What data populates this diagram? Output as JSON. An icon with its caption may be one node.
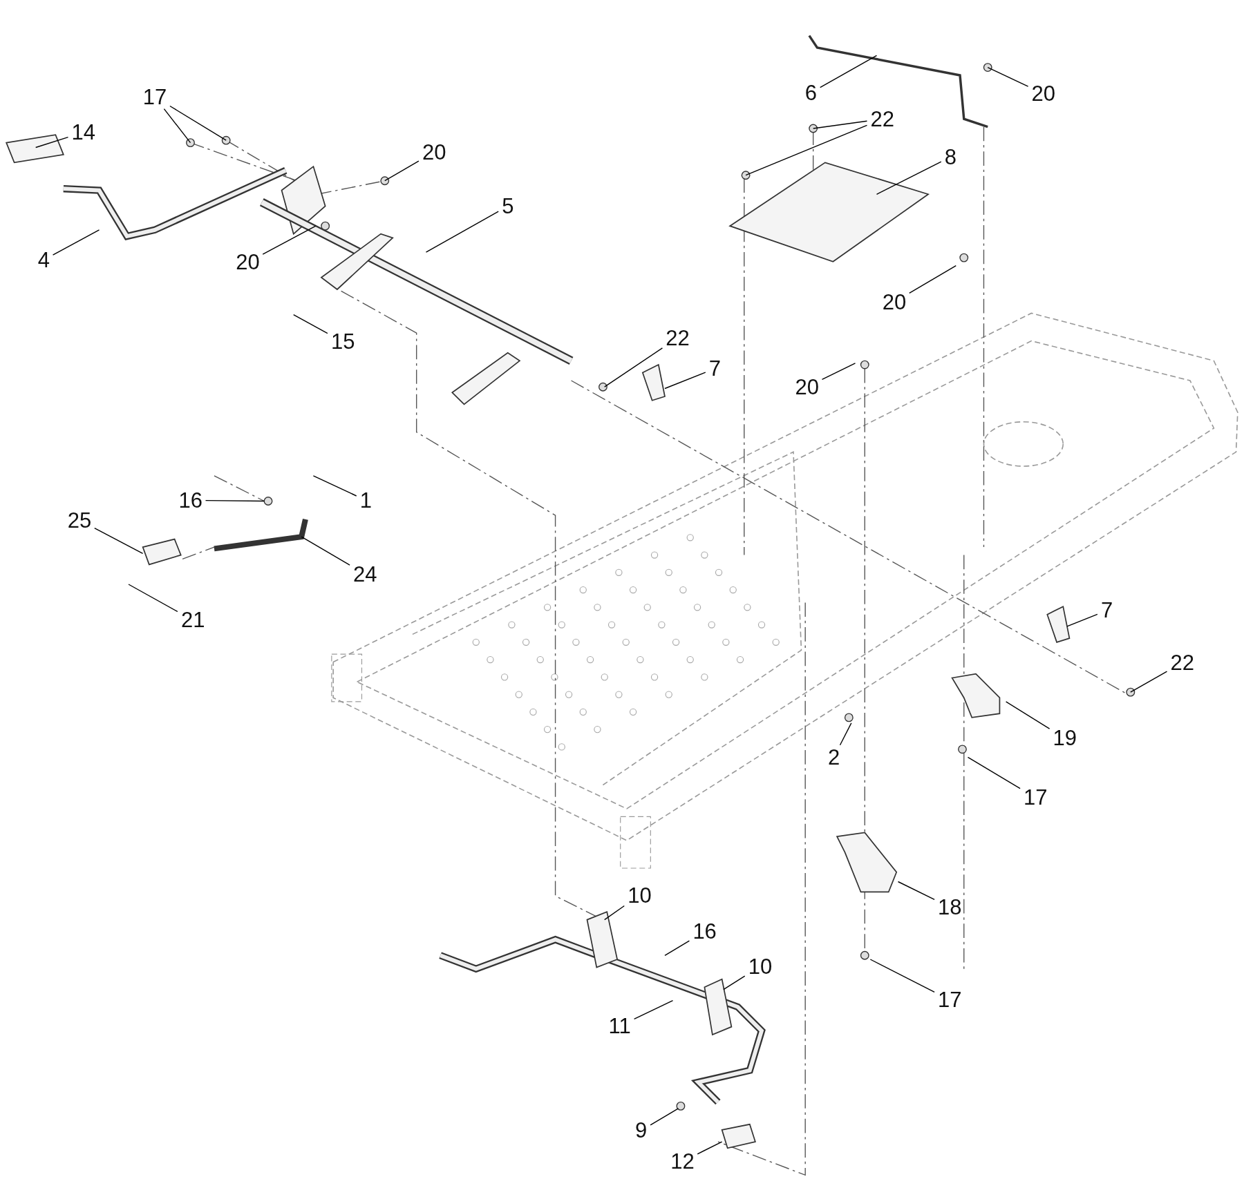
{
  "diagram": {
    "nodes": [
      {
        "text": [
          "6"
        ]
      },
      {
        "text": [
          "20"
        ]
      },
      {
        "text": [
          "17"
        ]
      },
      {
        "text": [
          "22"
        ]
      },
      {
        "text": [
          "14"
        ]
      },
      {
        "text": [
          "20"
        ]
      },
      {
        "text": [
          "8"
        ]
      },
      {
        "text": [
          "5"
        ]
      },
      {
        "text": [
          "20"
        ]
      },
      {
        "text": [
          "4"
        ]
      },
      {
        "text": [
          "20"
        ]
      },
      {
        "text": [
          "22"
        ]
      },
      {
        "text": [
          "15"
        ]
      },
      {
        "text": [
          "7"
        ]
      },
      {
        "text": [
          "20"
        ]
      },
      {
        "text": [
          "1"
        ]
      },
      {
        "text": [
          "16"
        ]
      },
      {
        "text": [
          "25"
        ]
      },
      {
        "text": [
          "24"
        ]
      },
      {
        "text": [
          "7"
        ]
      },
      {
        "text": [
          "21"
        ]
      },
      {
        "text": [
          "22"
        ]
      },
      {
        "text": [
          "19"
        ]
      },
      {
        "text": [
          "2"
        ]
      },
      {
        "text": [
          "17"
        ]
      },
      {
        "text": [
          "10"
        ]
      },
      {
        "text": [
          "18"
        ]
      },
      {
        "text": [
          "16"
        ]
      },
      {
        "text": [
          "10"
        ]
      },
      {
        "text": [
          "17"
        ]
      },
      {
        "text": [
          "11"
        ]
      },
      {
        "text": [
          "9"
        ]
      },
      {
        "text": [
          "12"
        ]
      }
    ],
    "edges": [
      {
        "from": 0,
        "to": null,
        "arrow": "none"
      },
      {
        "from": 1,
        "to": null,
        "arrow": "none"
      },
      {
        "from": 2,
        "to": null,
        "arrow": "none"
      },
      {
        "from": 2,
        "to": null,
        "arrow": "none"
      },
      {
        "from": 3,
        "to": null,
        "arrow": "none"
      },
      {
        "from": 3,
        "to": null,
        "arrow": "none"
      },
      {
        "from": 4,
        "to": null,
        "arrow": "none"
      },
      {
        "from": 5,
        "to": null,
        "arrow": "none"
      },
      {
        "from": 6,
        "to": null,
        "arrow": "none"
      },
      {
        "from": 7,
        "to": null,
        "arrow": "none"
      },
      {
        "from": 8,
        "to": null,
        "arrow": "none"
      },
      {
        "from": 9,
        "to": null,
        "arrow": "none"
      },
      {
        "from": 10,
        "to": null,
        "arrow": "none"
      },
      {
        "from": 11,
        "to": null,
        "arrow": "none"
      },
      {
        "from": 12,
        "to": null,
        "arrow": "none"
      },
      {
        "from": 13,
        "to": null,
        "arrow": "none"
      },
      {
        "from": 14,
        "to": null,
        "arrow": "none"
      },
      {
        "from": 15,
        "to": null,
        "arrow": "none"
      },
      {
        "from": 16,
        "to": null,
        "arrow": "none"
      },
      {
        "from": 17,
        "to": null,
        "arrow": "none"
      },
      {
        "from": 18,
        "to": null,
        "arrow": "none"
      },
      {
        "from": 19,
        "to": null,
        "arrow": "none"
      },
      {
        "from": 20,
        "to": null,
        "arrow": "none"
      },
      {
        "from": 21,
        "to": null,
        "arrow": "none"
      },
      {
        "from": 22,
        "to": null,
        "arrow": "none"
      },
      {
        "from": 23,
        "to": null,
        "arrow": "none"
      },
      {
        "from": 24,
        "to": null,
        "arrow": "none"
      },
      {
        "from": 25,
        "to": null,
        "arrow": "none"
      },
      {
        "from": 26,
        "to": null,
        "arrow": "none"
      },
      {
        "from": 27,
        "to": null,
        "arrow": "none"
      },
      {
        "from": 28,
        "to": null,
        "arrow": "none"
      },
      {
        "from": 29,
        "to": null,
        "arrow": "none"
      },
      {
        "from": 30,
        "to": null,
        "arrow": "none"
      },
      {
        "from": 31,
        "to": null,
        "arrow": "none"
      },
      {
        "from": 32,
        "to": null,
        "arrow": "none"
      }
    ]
  }
}
